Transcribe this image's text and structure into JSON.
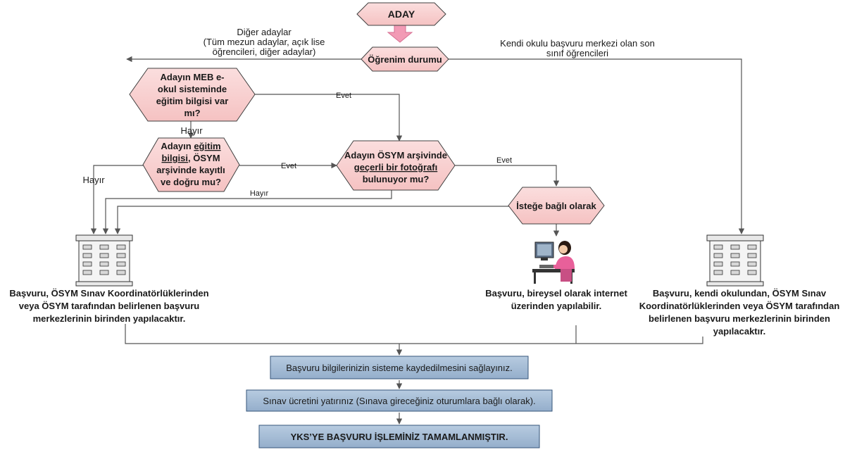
{
  "nodes": {
    "aday": "ADAY",
    "ogrenim": "Öğrenim durumu",
    "meb": [
      "Adayın MEB e-",
      "okul sisteminde",
      "eğitim bilgisi var",
      "mı?"
    ],
    "osym_kayit": {
      "l1_pre": "Adayın ",
      "l1_u": "eğitim",
      "l2_u": "bilgisi",
      "l2_post": ", ÖSYM",
      "l3": "arşivinde kayıtlı",
      "l4": "ve doğru mu?"
    },
    "foto": {
      "l1": "Adayın ÖSYM arşivinde",
      "l2_u": "geçerli bir fotoğrafı",
      "l3": "bulunuyor mu?"
    },
    "istege": "İsteğe bağlı olarak"
  },
  "edges": {
    "diger": [
      "Diğer adaylar",
      "(Tüm mezun adaylar, açık lise",
      "öğrencileri, diğer adaylar)"
    ],
    "kendi": [
      "Kendi okulu başvuru merkezi olan son",
      "sınıf öğrencileri"
    ],
    "evet1": "Evet",
    "evet2": "Evet",
    "evet3": "Evet",
    "hayir1": "Hayır",
    "hayir2": "Hayır",
    "hayir3": "Hayır"
  },
  "captions": {
    "left": [
      "Başvuru, ÖSYM Sınav Koordinatörlüklerinden",
      "veya ÖSYM tarafından belirlenen başvuru",
      "merkezlerinin birinden  yapılacaktır."
    ],
    "middle": [
      "Başvuru, bireysel olarak internet",
      "üzerinden yapılabilir."
    ],
    "right": [
      "Başvuru, kendi okulundan,  ÖSYM Sınav",
      "Koordinatörlüklerinden veya ÖSYM tarafından",
      "belirlenen başvuru merkezlerinin birinden",
      "yapılacaktır."
    ]
  },
  "steps": [
    "Başvuru bilgilerinizin sisteme kaydedilmesini sağlayınız.",
    "Sınav ücretini yatırınız (Sınava gireceğiniz oturumlara bağlı olarak).",
    "YKS’YE BAŞVURU İŞLEMİNİZ TAMAMLANMIŞTIR."
  ],
  "colors": {
    "hexagon_fill": "#f8cfcf",
    "hexagon_stroke": "#404040",
    "step_fill": "#a4bcd6",
    "step_stroke": "#36557a",
    "arrow_pink": "#f29bb5",
    "line": "#555555"
  },
  "icons": [
    "building-icon",
    "person-at-computer-icon"
  ]
}
